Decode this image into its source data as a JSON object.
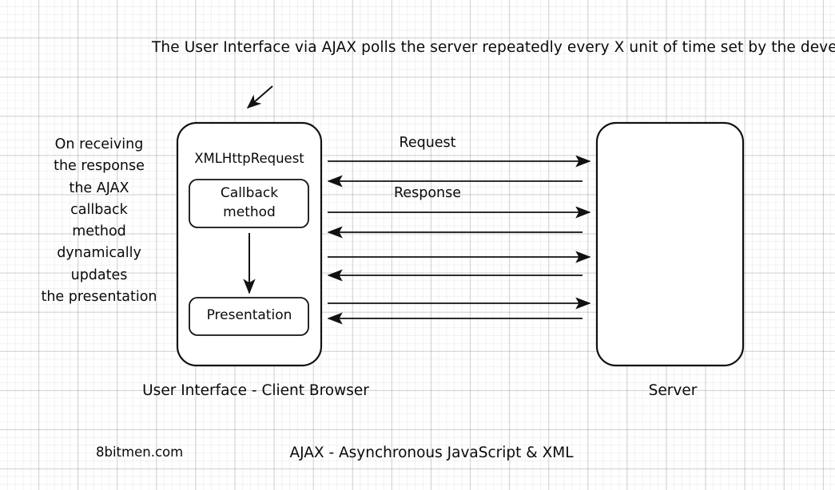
{
  "diagram": {
    "top_note": "The User Interface via AJAX polls the server repeatedly every X unit of time set by the developer",
    "left_note": "On receiving\nthe response\nthe AJAX\ncallback\nmethod\ndynamically\nupdates\nthe presentation",
    "client_box": {
      "title": "XMLHttpRequest",
      "inner_boxes": [
        {
          "label": "Callback\nmethod"
        },
        {
          "label": "Presentation"
        }
      ],
      "caption": "User Interface - Client Browser"
    },
    "server_box": {
      "label": "",
      "caption": "Server"
    },
    "flow_labels": {
      "request": "Request",
      "response": "Response"
    },
    "arrows": {
      "request_count": 4,
      "response_count": 4,
      "request_rows": [
        202,
        266,
        322,
        380
      ],
      "response_rows": [
        227,
        291,
        345,
        399
      ],
      "internal_arrow": "callback-to-presentation",
      "pointer_arrow": "top-note-to-client-box"
    },
    "footer": {
      "brand": "8bitmen.com",
      "title": "AJAX - Asynchronous JavaScript & XML"
    },
    "colors": {
      "stroke": "#111111",
      "text": "#0a0a0a",
      "background": "#ffffff",
      "grid_major": "#787d87",
      "grid_minor": "#969ba5"
    }
  }
}
